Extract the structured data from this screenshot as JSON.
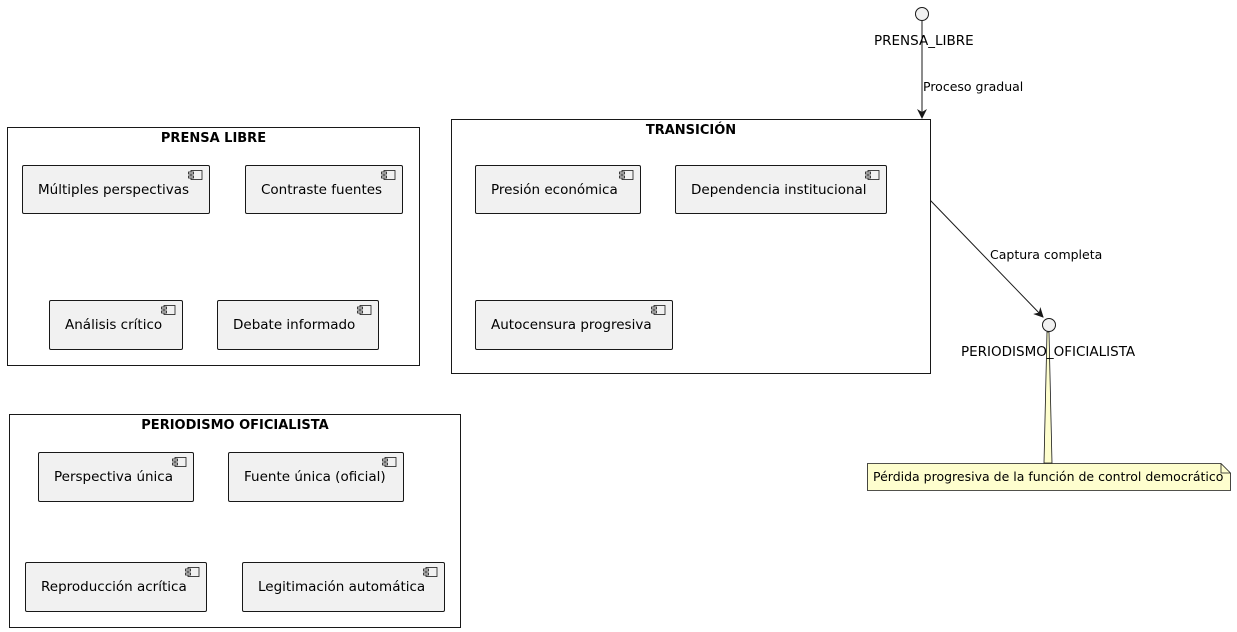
{
  "packages": {
    "prensa_libre": {
      "title": "PRENSA LIBRE",
      "components": [
        "Múltiples perspectivas",
        "Contraste fuentes",
        "Análisis crítico",
        "Debate informado"
      ]
    },
    "transicion": {
      "title": "TRANSICIÓN",
      "components": [
        "Presión económica",
        "Dependencia institucional",
        "Autocensura progresiva"
      ]
    },
    "periodismo_oficialista": {
      "title": "PERIODISMO OFICIALISTA",
      "components": [
        "Perspectiva única",
        "Fuente única (oficial)",
        "Reproducción acrítica",
        "Legitimación automática"
      ]
    }
  },
  "interfaces": {
    "prensa_libre": "PRENSA_LIBRE",
    "periodismo_oficialista": "PERIODISMO_OFICIALISTA"
  },
  "edges": {
    "proceso_gradual": "Proceso gradual",
    "captura_completa": "Captura completa"
  },
  "note": "Pérdida progresiva de la función de control democrático",
  "colors": {
    "component_fill": "#f1f1f1",
    "note_fill": "#fefece",
    "line": "#181818"
  }
}
